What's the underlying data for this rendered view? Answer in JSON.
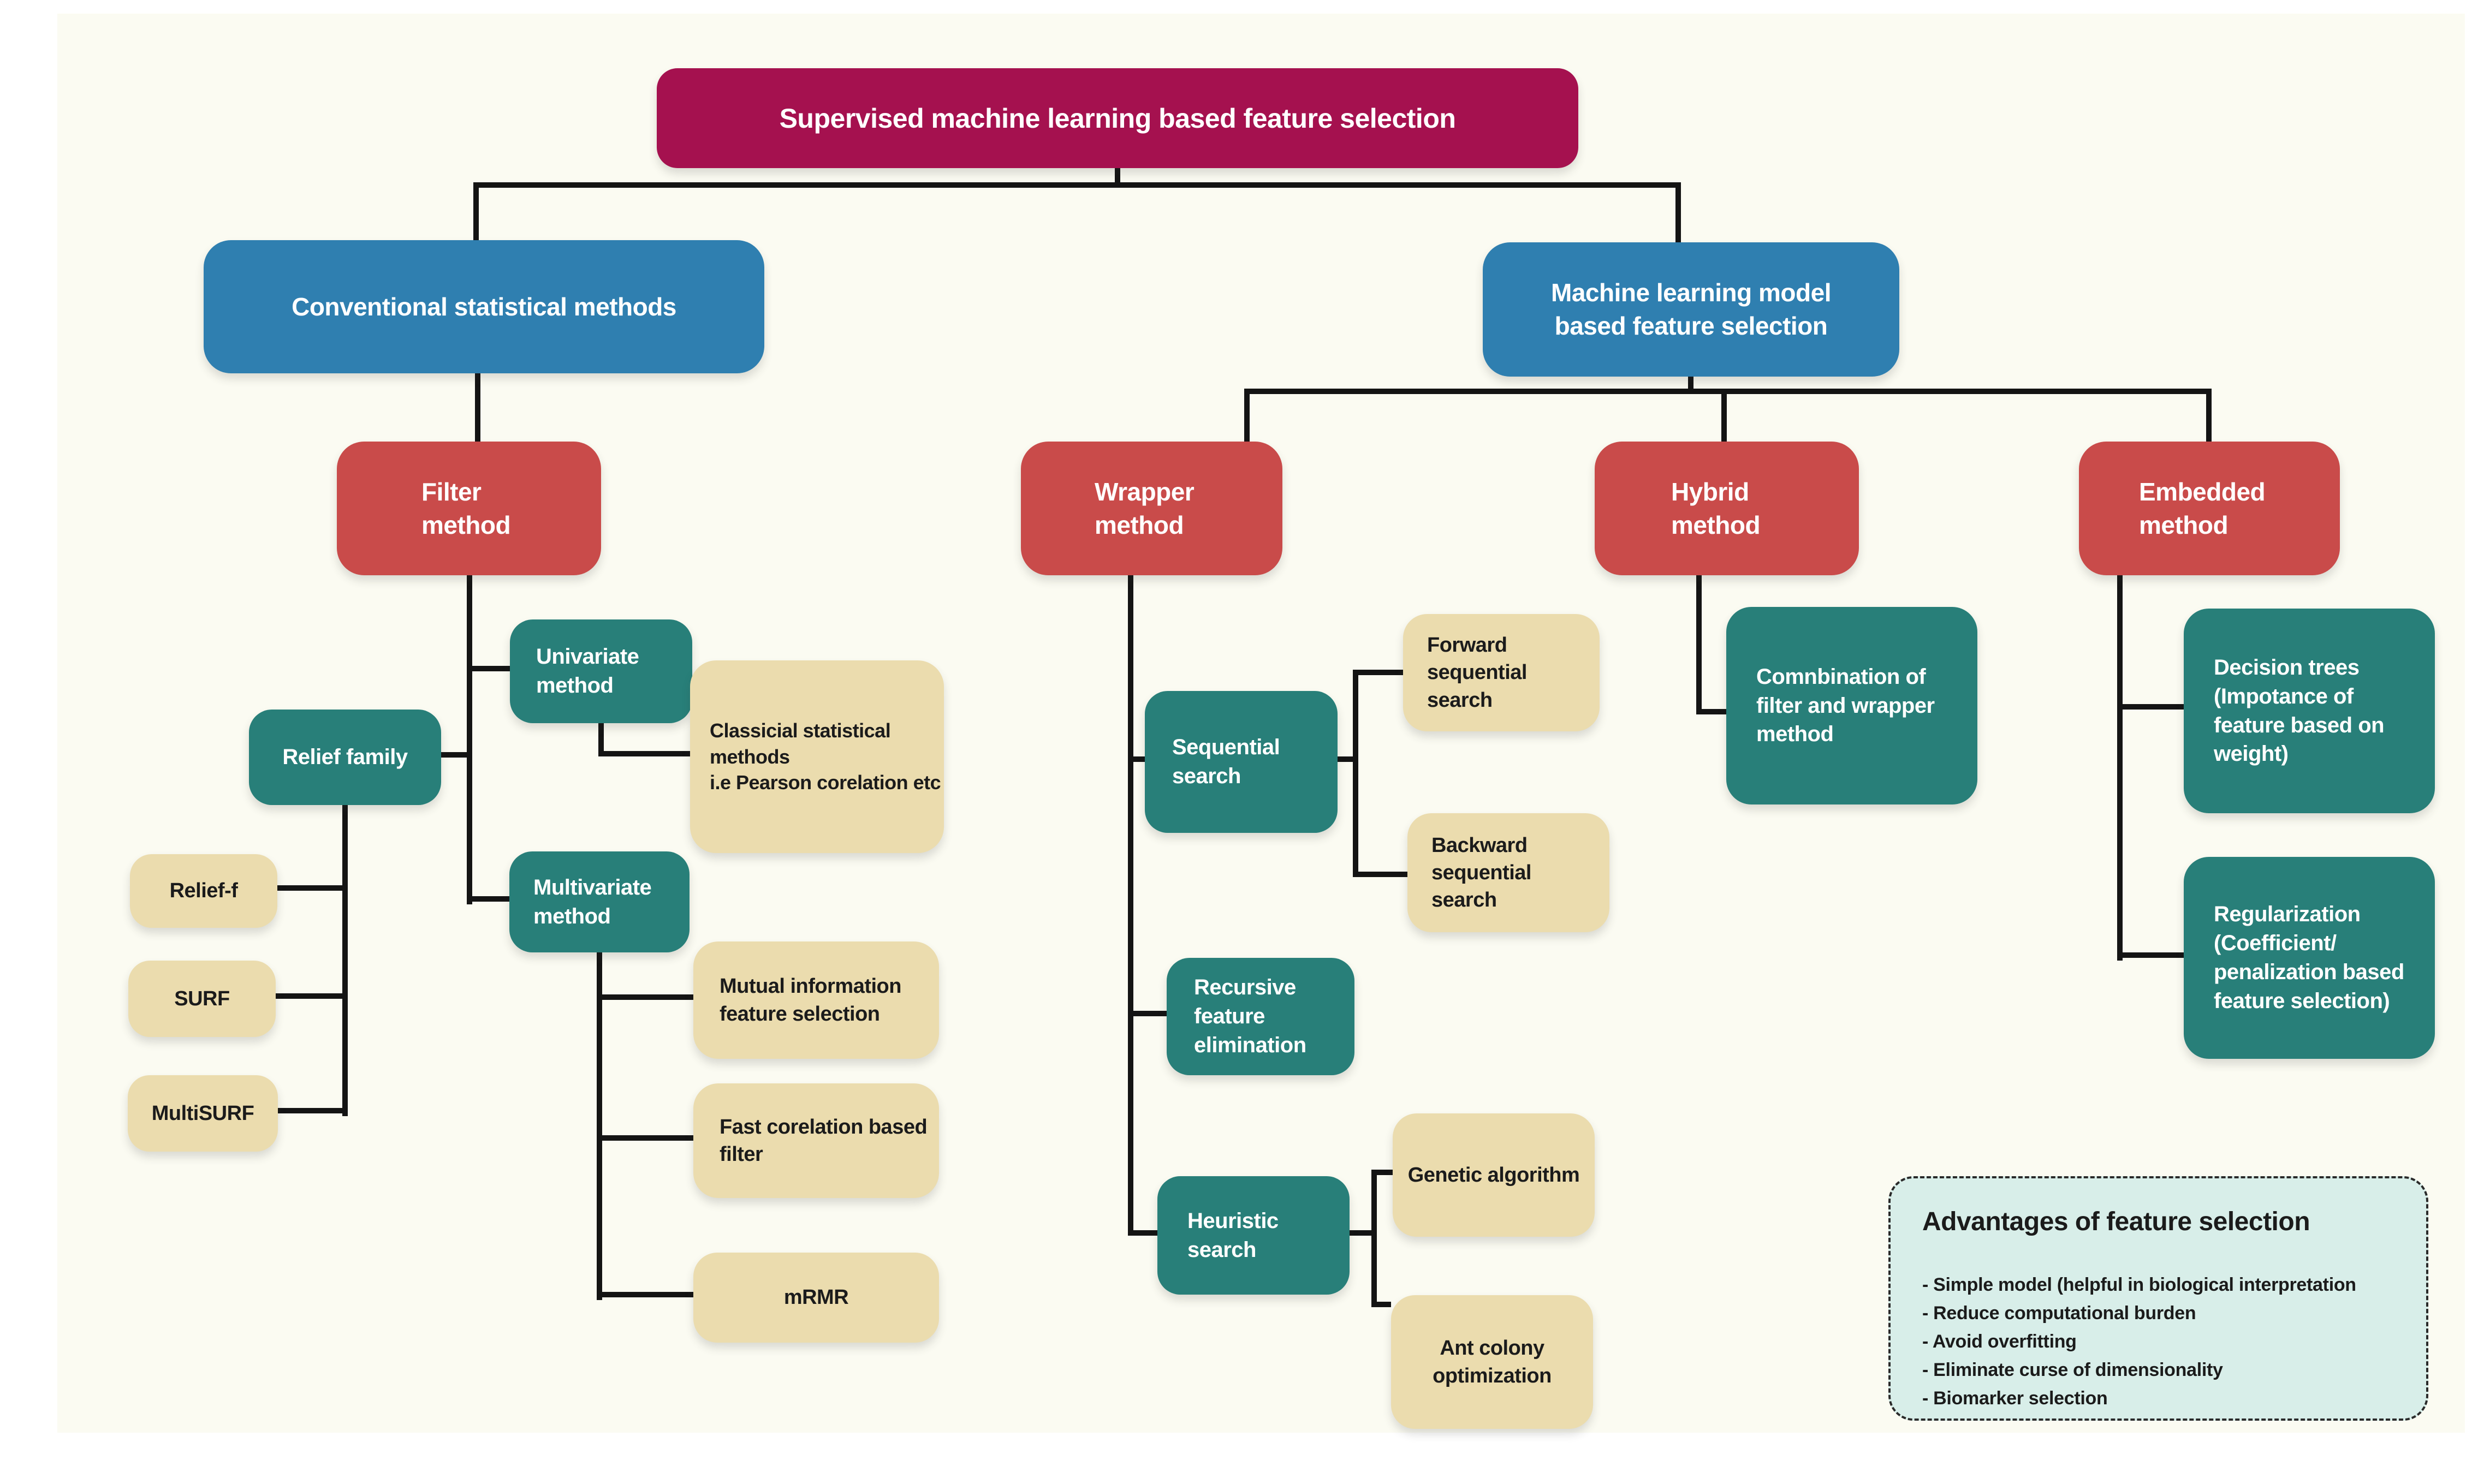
{
  "palette": {
    "background": "#ffffff",
    "canvas": "#fbfbf2",
    "magenta": "#a5114f",
    "blue": "#2f7fb0",
    "red": "#c94b4a",
    "teal": "#287f79",
    "tan": "#ebdcae",
    "mint": "#d8eee9",
    "line": "#141414",
    "ink": "#1b1b1b"
  },
  "nodes": {
    "title": {
      "label": "Supervised machine learning based feature selection"
    },
    "conventional": {
      "label": "Conventional statistical methods"
    },
    "ml": {
      "label": "Machine learning model\nbased feature selection"
    },
    "filter": {
      "label": "Filter\nmethod"
    },
    "wrapper": {
      "label": "Wrapper\nmethod"
    },
    "hybrid": {
      "label": "Hybrid\nmethod"
    },
    "embedded": {
      "label": "Embedded\nmethod"
    },
    "univariate": {
      "label": "Univariate\nmethod"
    },
    "multivariate": {
      "label": "Multivariate\nmethod"
    },
    "relief_family": {
      "label": "Relief family"
    },
    "relief_f": {
      "label": "Relief-f"
    },
    "surf": {
      "label": "SURF"
    },
    "multisurf": {
      "label": "MultiSURF"
    },
    "classical": {
      "label": "Classicial statistical\nmethods\ni.e Pearson corelation etc"
    },
    "mutual_information": {
      "label": "Mutual information\nfeature selection"
    },
    "fast_correlation": {
      "label": "Fast corelation based\nfilter"
    },
    "mrmr": {
      "label": "mRMR"
    },
    "sequential": {
      "label": "Sequential\nsearch"
    },
    "forward": {
      "label": "Forward sequential\nsearch"
    },
    "backward": {
      "label": "Backward sequential\nsearch"
    },
    "recursive": {
      "label": "Recursive\nfeature\nelimination"
    },
    "heuristic": {
      "label": "Heuristic\nsearch"
    },
    "genetic": {
      "label": "Genetic algorithm"
    },
    "ant_colony": {
      "label": "Ant colony\noptimization"
    },
    "combination": {
      "label": "Comnbination of\nfilter and wrapper\nmethod"
    },
    "decision_trees": {
      "label": "Decision trees\n(Impotance of\nfeature based on\nweight)"
    },
    "regularization": {
      "label": "Regularization\n(Coefficient/\npenalization based\nfeature selection)"
    }
  },
  "advantages": {
    "title": "Advantages of feature selection",
    "items": [
      "- Simple model (helpful in biological interpretation",
      "- Reduce computational burden",
      "- Avoid overfitting",
      "- Eliminate curse of dimensionality",
      "- Biomarker selection"
    ]
  }
}
